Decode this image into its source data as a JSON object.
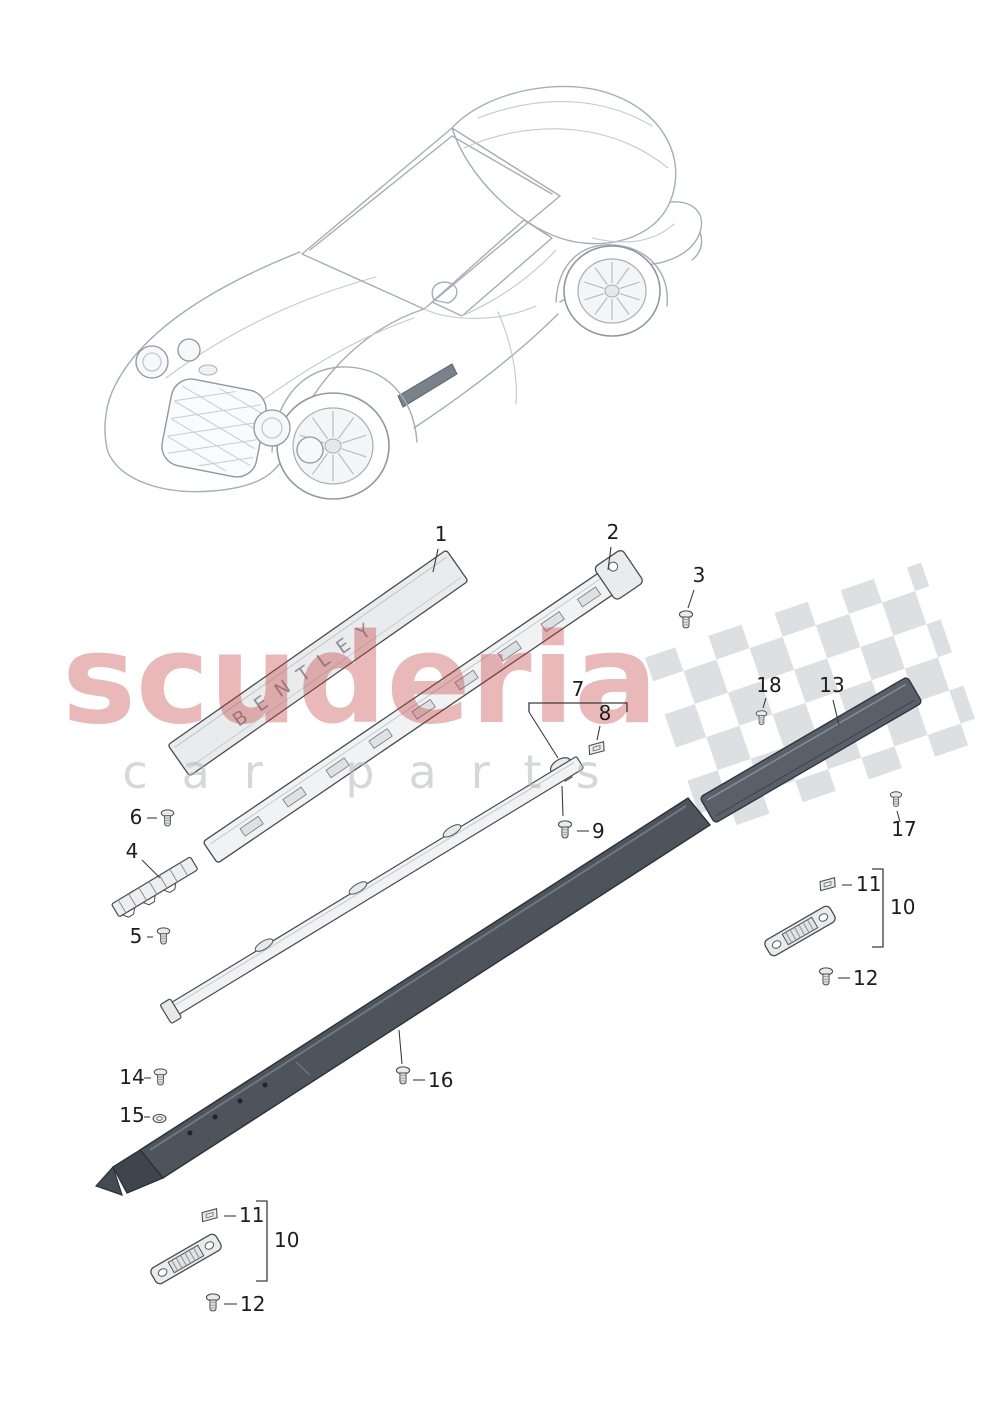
{
  "diagram": {
    "strip_lettering": "BENTLEY",
    "watermark": {
      "line1": "scuderia",
      "line2": "car parts"
    },
    "colors": {
      "watermark_red": "#c43c3c",
      "watermark_gray": "#b3b8bd"
    },
    "callouts": {
      "c1": "1",
      "c2": "2",
      "c3": "3",
      "c4": "4",
      "c5": "5",
      "c6": "6",
      "c7": "7",
      "c8": "8",
      "c9": "9",
      "c10_right": "10",
      "c11_right": "11",
      "c12_right": "12",
      "c13": "13",
      "c14": "14",
      "c15": "15",
      "c16": "16",
      "c17": "17",
      "c18": "18",
      "c10_bottom": "10",
      "c11_bottom": "11",
      "c12_bottom": "12"
    }
  }
}
